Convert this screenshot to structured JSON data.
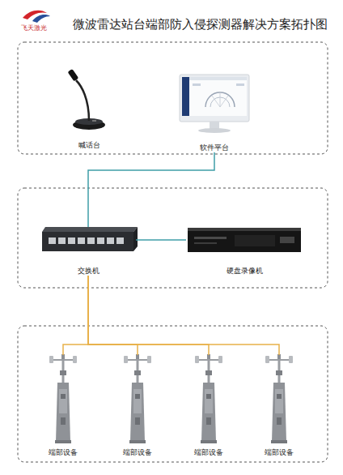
{
  "diagram": {
    "title": "微波雷达站台端部防入侵探测器解决方案拓扑图",
    "nodes": [
      {
        "text": [
          "喊话台"
        ]
      },
      {
        "text": [
          "软件平台"
        ]
      },
      {
        "text": [
          "交换机"
        ]
      },
      {
        "text": [
          "硬盘录像机"
        ]
      },
      {
        "text": [
          "端部设备"
        ]
      },
      {
        "text": [
          "端部设备"
        ]
      },
      {
        "text": [
          "端部设备"
        ]
      },
      {
        "text": [
          "端部设备"
        ]
      }
    ],
    "edges": [
      {
        "from": 1,
        "to": 2,
        "arrow": "none"
      },
      {
        "from": 2,
        "to": 3,
        "arrow": "none"
      },
      {
        "from": 2,
        "to": 4,
        "arrow": "none"
      },
      {
        "from": 2,
        "to": 5,
        "arrow": "none"
      },
      {
        "from": 2,
        "to": 6,
        "arrow": "none"
      },
      {
        "from": 2,
        "to": 7,
        "arrow": "none"
      }
    ],
    "labels": [
      "飞天激光"
    ]
  }
}
